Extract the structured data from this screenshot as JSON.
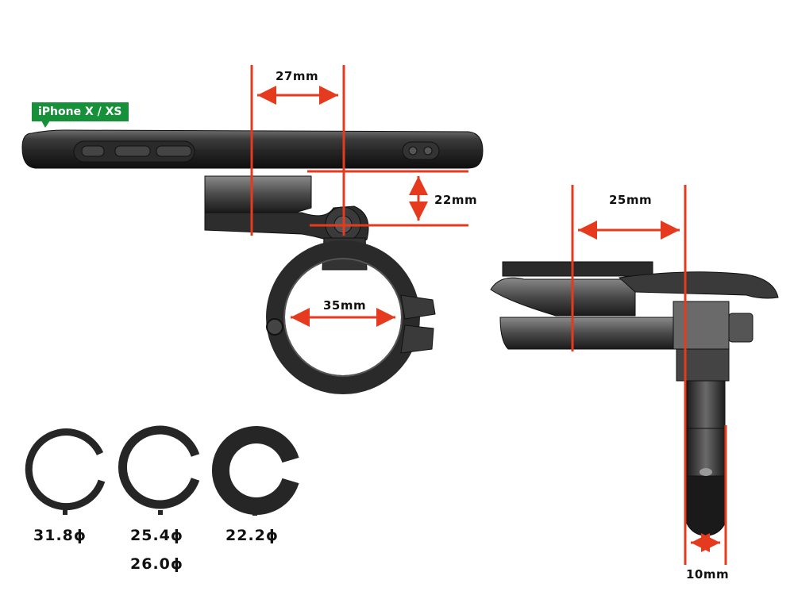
{
  "device_tag": {
    "label": "iPhone X / XS",
    "color": "#17903a"
  },
  "accent_color": "#e63a1f",
  "dimensions": {
    "mount_offset": "27mm",
    "height_offset": "22mm",
    "clamp_diameter": "35mm",
    "side_offset": "25mm",
    "clamp_width": "10mm"
  },
  "shims": [
    {
      "id": "shim-31-8",
      "label": "31.8ϕ"
    },
    {
      "id": "shim-25-4",
      "label": "25.4ϕ",
      "label2": "26.0ϕ"
    },
    {
      "id": "shim-22-2",
      "label": "22.2ϕ"
    }
  ]
}
